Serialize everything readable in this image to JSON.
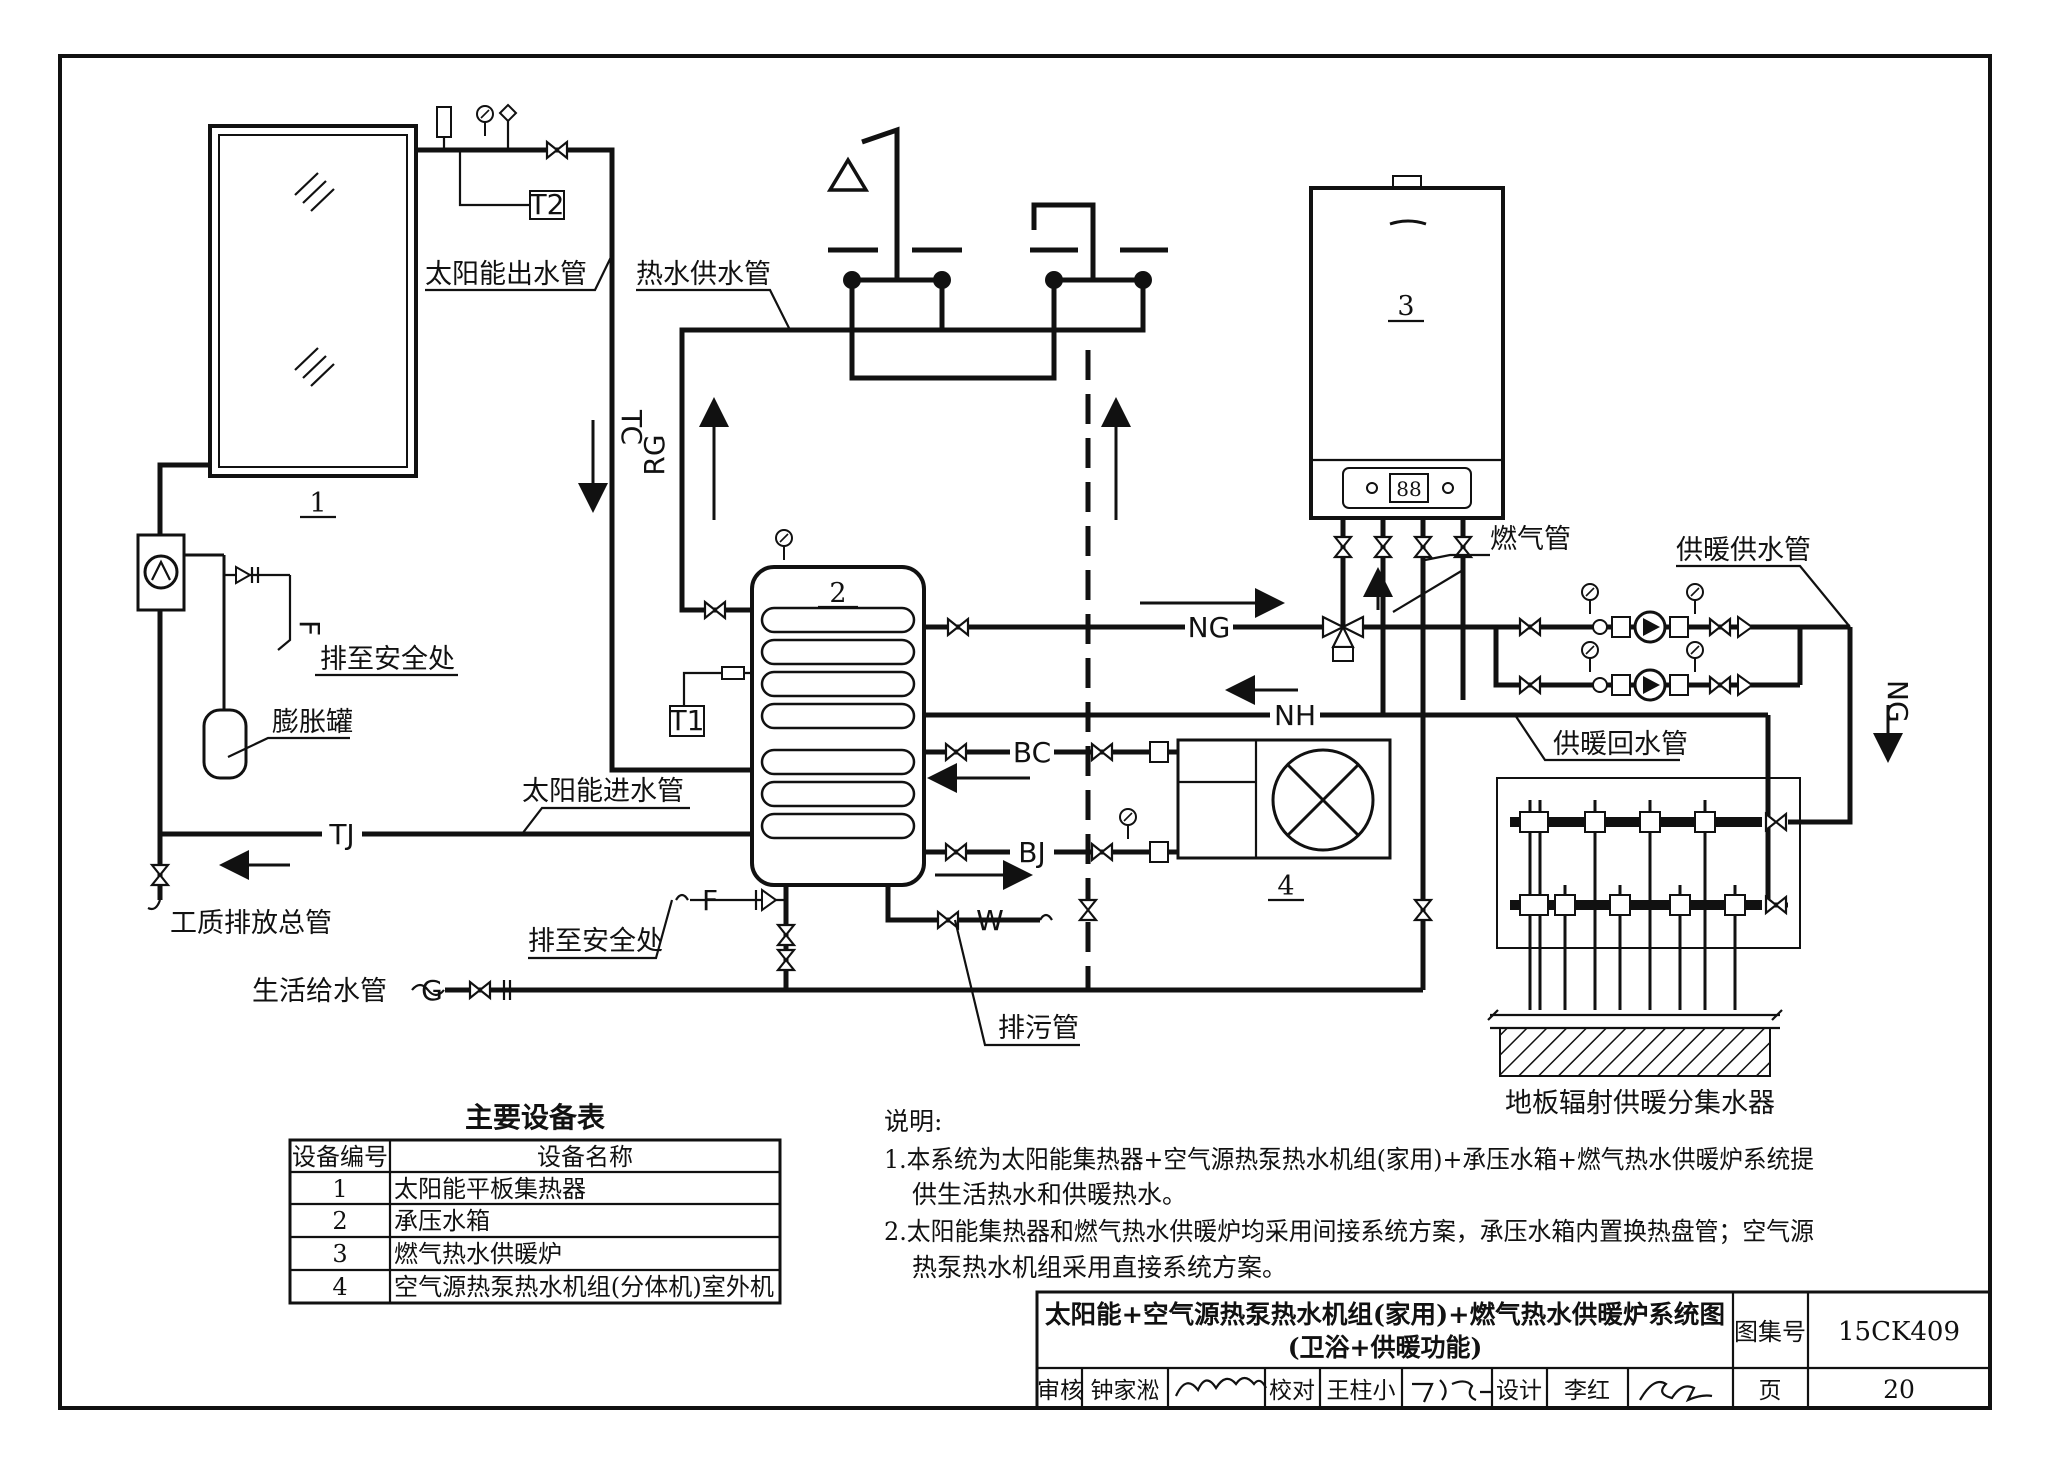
{
  "equipment_numbers": {
    "collector": "1",
    "tank": "2",
    "boiler": "3",
    "heat_pump": "4"
  },
  "pipe_labels": {
    "solar_out": "太阳能出水管",
    "hot_supply": "热水供水管",
    "gas_pipe": "燃气管",
    "heating_supply": "供暖供水管",
    "heating_return": "供暖回水管",
    "solar_in": "太阳能进水管",
    "drain_safe_1": "排至安全处",
    "drain_safe_2": "排至安全处",
    "expansion_tank": "膨胀罐",
    "medium_drain": "工质排放总管",
    "domestic_supply": "生活给水管",
    "sewage": "排污管",
    "manifold": "地板辐射供暖分集水器"
  },
  "pipe_codes": {
    "tc": "TC",
    "rg": "RG",
    "ng_main": "NG",
    "ng_right": "NG",
    "nh": "NH",
    "bc": "BC",
    "bj": "BJ",
    "tj": "TJ",
    "f1": "F",
    "f2": "F",
    "w": "W",
    "g": "G",
    "t1": "T1",
    "t2": "T2"
  },
  "equipment_table": {
    "title": "主要设备表",
    "headers": [
      "设备编号",
      "设备名称"
    ],
    "rows": [
      {
        "no": "1",
        "name": "太阳能平板集热器"
      },
      {
        "no": "2",
        "name": "承压水箱"
      },
      {
        "no": "3",
        "name": "燃气热水供暖炉"
      },
      {
        "no": "4",
        "name": "空气源热泵热水机组(分体机)室外机"
      }
    ]
  },
  "notes": {
    "title": "说明:",
    "n1_line1": "1.本系统为太阳能集热器+空气源热泵热水机组(家用)+承压水箱+燃气热水供暖炉系统提",
    "n1_line2": "供生活热水和供暖热水。",
    "n2_line1": "2.太阳能集热器和燃气热水供暖炉均采用间接系统方案，承压水箱内置换热盘管；空气源",
    "n2_line2": "热泵热水机组采用直接系统方案。"
  },
  "title_block": {
    "title_line1": "太阳能+空气源热泵热水机组(家用)+燃气热水供暖炉系统图",
    "title_line2": "(卫浴+供暖功能)",
    "atlas_label": "图集号",
    "atlas_no": "15CK409",
    "review_label": "审核",
    "reviewer": "钟家淞",
    "check_label": "校对",
    "checker": "王柱小",
    "design_label": "设计",
    "designer": "李红",
    "page_label": "页",
    "page_no": "20"
  },
  "boiler_display": "88"
}
